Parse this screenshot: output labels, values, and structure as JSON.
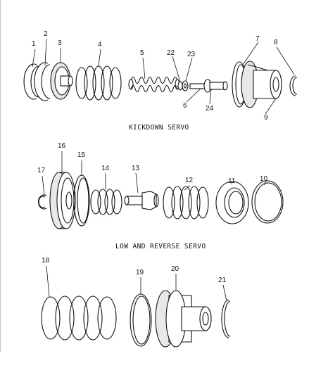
{
  "sections": [
    {
      "key": "kickdown",
      "caption": "KICKDOWN SERVO"
    },
    {
      "key": "low_reverse",
      "caption": "LOW AND REVERSE SERVO"
    }
  ],
  "callouts": [
    "1",
    "2",
    "3",
    "4",
    "5",
    "22",
    "23",
    "7",
    "8",
    "6",
    "24",
    "9",
    "16",
    "15",
    "17",
    "14",
    "13",
    "12",
    "11",
    "10",
    "18",
    "19",
    "20",
    "21"
  ]
}
